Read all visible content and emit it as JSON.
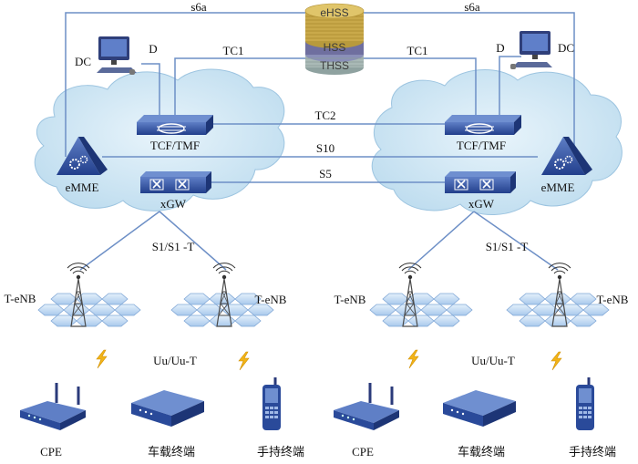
{
  "links": {
    "s6a_left": "s6a",
    "s6a_right": "s6a",
    "tc1_left": "TC1",
    "tc1_right": "TC1",
    "tc2": "TC2",
    "s10": "S10",
    "s5": "S5",
    "d_left": "D",
    "d_right": "D",
    "s1_left": "S1/S1 -T",
    "s1_right": "S1/S1 -T",
    "uu_left": "Uu/Uu-T",
    "uu_right": "Uu/Uu-T"
  },
  "hss_stack": {
    "top": "eHSS",
    "middle": "HSS",
    "bottom": "THSS"
  },
  "left_core": {
    "dc": "DC",
    "tcf": "TCF/TMF",
    "mme": "eMME",
    "gw": "xGW"
  },
  "right_core": {
    "dc": "DC",
    "tcf": "TCF/TMF",
    "mme": "eMME",
    "gw": "xGW"
  },
  "enb_labels": [
    "T-eNB",
    "T-eNB",
    "T-eNB",
    "T-eNB"
  ],
  "terminals_left": [
    "CPE",
    "车载终端",
    "手持终端"
  ],
  "terminals_right": [
    "CPE",
    "车载终端",
    "手持终端"
  ],
  "colors": {
    "line": "#6d8fc6",
    "cloud": "#cfe7f5",
    "device": "#2a4a9a"
  }
}
